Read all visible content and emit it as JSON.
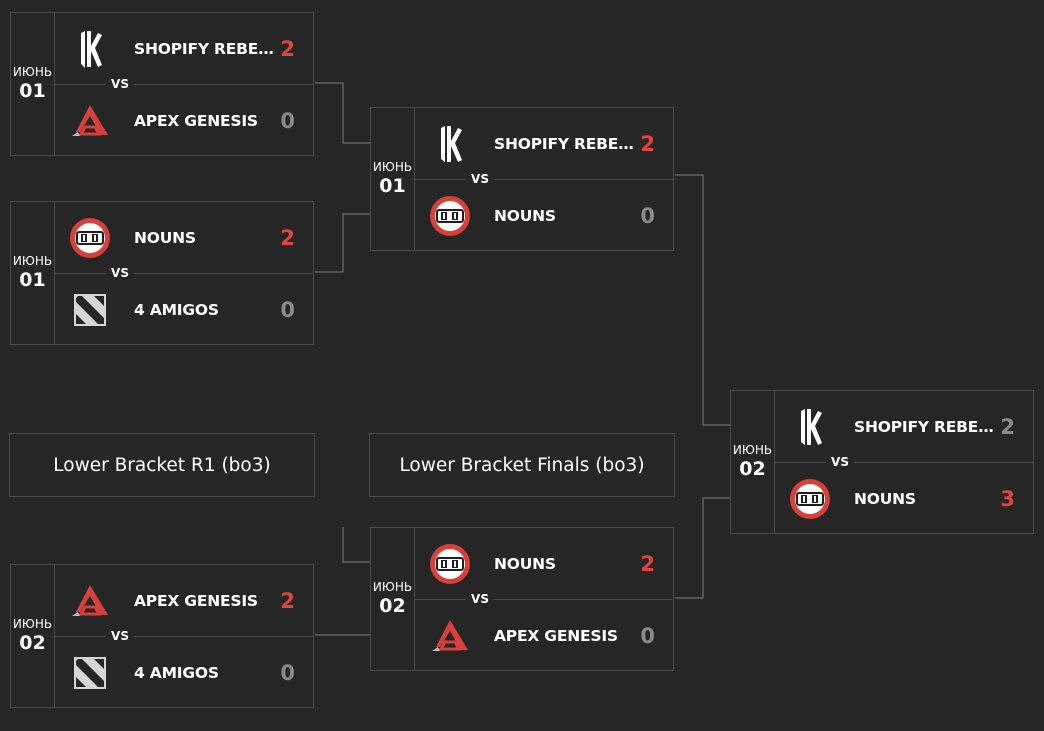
{
  "colors": {
    "background": "#262626",
    "border": "#4b4b4b",
    "win": "#e0453e",
    "lose": "#8a8a8a",
    "connector": "#6e6e6e"
  },
  "labels": {
    "lower_r1": "Lower Bracket R1 (bo3)",
    "lower_finals": "Lower Bracket Finals (bo3)"
  },
  "matches": {
    "m1": {
      "month": "ИЮНЬ",
      "day": "01",
      "vs": "VS",
      "top": {
        "name": "SHOPIFY REBELLION",
        "score": "2",
        "logo": "shopify-rebellion-logo"
      },
      "bottom": {
        "name": "APEX GENESIS",
        "score": "0",
        "logo": "apex-genesis-logo"
      }
    },
    "m2": {
      "month": "ИЮНЬ",
      "day": "01",
      "vs": "VS",
      "top": {
        "name": "NOUNS",
        "score": "2",
        "logo": "nouns-logo"
      },
      "bottom": {
        "name": "4 AMIGOS",
        "score": "0",
        "logo": "dota-logo"
      }
    },
    "m3": {
      "month": "ИЮНЬ",
      "day": "01",
      "vs": "VS",
      "top": {
        "name": "SHOPIFY REBELLION",
        "score": "2",
        "logo": "shopify-rebellion-logo"
      },
      "bottom": {
        "name": "NOUNS",
        "score": "0",
        "logo": "nouns-logo"
      }
    },
    "m4": {
      "month": "ИЮНЬ",
      "day": "02",
      "vs": "VS",
      "top": {
        "name": "APEX GENESIS",
        "score": "2",
        "logo": "apex-genesis-logo"
      },
      "bottom": {
        "name": "4 AMIGOS",
        "score": "0",
        "logo": "dota-logo"
      }
    },
    "m5": {
      "month": "ИЮНЬ",
      "day": "02",
      "vs": "VS",
      "top": {
        "name": "NOUNS",
        "score": "2",
        "logo": "nouns-logo"
      },
      "bottom": {
        "name": "APEX GENESIS",
        "score": "0",
        "logo": "apex-genesis-logo"
      }
    },
    "m6": {
      "month": "ИЮНЬ",
      "day": "02",
      "vs": "VS",
      "top": {
        "name": "SHOPIFY REBELLION",
        "score": "2",
        "logo": "shopify-rebellion-logo"
      },
      "bottom": {
        "name": "NOUNS",
        "score": "3",
        "logo": "nouns-logo"
      }
    }
  }
}
